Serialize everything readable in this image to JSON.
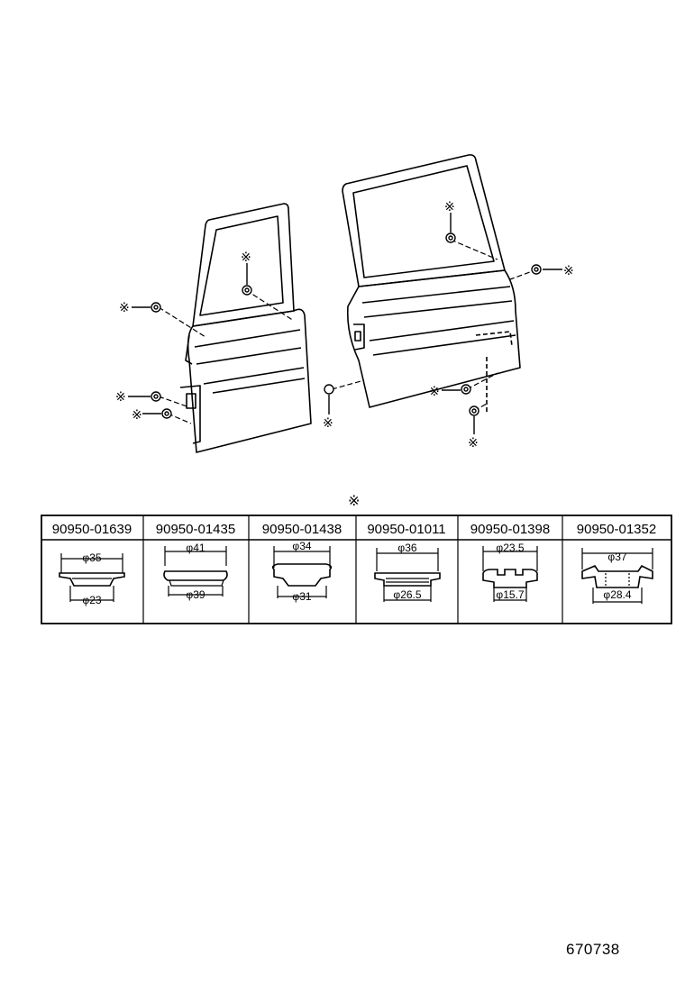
{
  "marker_symbol": "※",
  "table_header_mark": "※",
  "parts": [
    {
      "part_number": "90950-01639",
      "outer_dim": "φ35",
      "inner_dim": "φ23"
    },
    {
      "part_number": "90950-01435",
      "outer_dim": "φ41",
      "inner_dim": "φ39"
    },
    {
      "part_number": "90950-01438",
      "outer_dim": "φ34",
      "inner_dim": "φ31"
    },
    {
      "part_number": "90950-01011",
      "outer_dim": "φ36",
      "inner_dim": "φ26.5"
    },
    {
      "part_number": "90950-01398",
      "outer_dim": "φ23.5",
      "inner_dim": "φ15.7"
    },
    {
      "part_number": "90950-01352",
      "outer_dim": "φ37",
      "inner_dim": "φ28.4"
    }
  ],
  "figure_number": "670738"
}
